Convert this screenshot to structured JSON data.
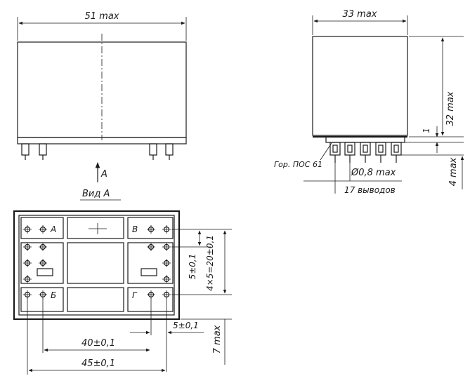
{
  "front_view": {
    "width_label": "51 max",
    "arrow_label": "A"
  },
  "side_view": {
    "width_label": "33 max",
    "height_label": "32 max",
    "gap_label": "1",
    "pin_length_label": "4 max",
    "solder_label": "Гор. ПОС 61",
    "pin_diameter_label": "Ø0,8 max",
    "pin_count_label": "17 выводов"
  },
  "bottom_view": {
    "view_label": "Вид A",
    "group_labels": [
      "A",
      "В",
      "Б",
      "Г"
    ],
    "pitch_label": "5±0,1",
    "span_label": "4×5=20±0,1",
    "offset_label": "5±0,1",
    "overhang_label": "7 max",
    "inner_width_label": "40±0,1",
    "outer_width_label": "45±0,1"
  }
}
